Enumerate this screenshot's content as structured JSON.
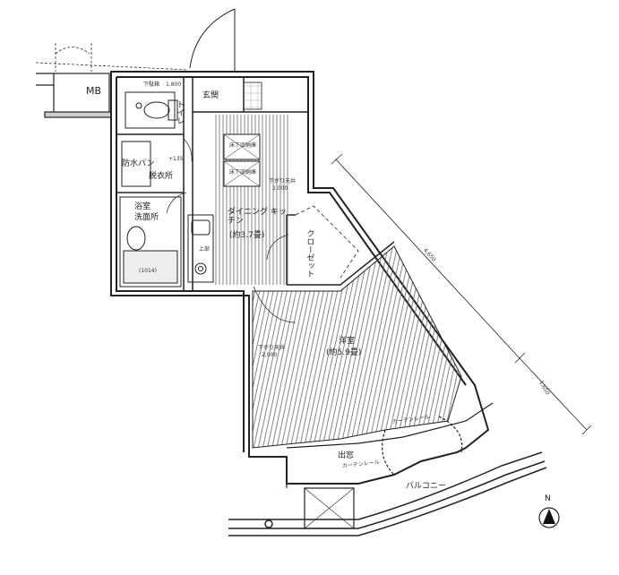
{
  "rooms": {
    "mb": "MB",
    "genkan": "玄関",
    "toilet": "トイレ",
    "boosui_pan": "防水パン",
    "datsuisho": "脱衣所",
    "yokushitsu": "浴室",
    "senmenjo": "洗面所",
    "bath_unit": "(1014)",
    "dining_kitchen": "ダイニング キッチン",
    "dk_size": "(約3.7畳)",
    "closet": "クローゼット",
    "yoshitsu": "洋室",
    "yoshitsu_size": "(約5.9畳)",
    "demado": "出窓",
    "balcony": "バルコニー"
  },
  "annotations": {
    "sagari_tenjo_1": "下がり天井",
    "sagari_tenjo_1_h": "2,000",
    "sagari_tenjo_2": "下がり天井",
    "sagari_tenjo_2_h": "2,000",
    "curtain_rail_1": "カーテンレール",
    "curtain_rail_2": "カーテンレール",
    "shoebox": "下駄箱",
    "yuka_shita_1": "床下収納庫",
    "yuka_shita_2": "床下収納庫",
    "kamidana": "上部",
    "dim_door": "1,800",
    "dim_135": "+135"
  },
  "dimensions": {
    "diag_long": "4,650",
    "diag_short": "1,650"
  },
  "compass": {
    "label": "N"
  },
  "colors": {
    "line": "#222222",
    "hatch": "#555555",
    "paper": "#ffffff"
  }
}
